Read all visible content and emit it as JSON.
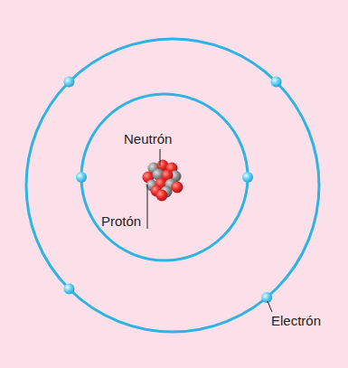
{
  "diagram": {
    "labels": [
      "Neutrón",
      "Protón",
      "Electrón"
    ]
  }
}
